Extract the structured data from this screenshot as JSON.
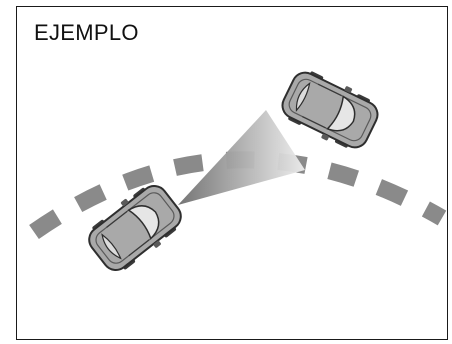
{
  "diagram": {
    "label": "EJEMPLO",
    "colors": {
      "frame": "#1a1a1a",
      "road_dash": "#8a8a8a",
      "car_body": "#a9a9a9",
      "car_outline": "#3a3a3a",
      "glass": "#e6e6e6",
      "sensor_beam_start": "#6e6e6e",
      "sensor_beam_end": "#e8e8e8"
    },
    "elements": [
      "road-lane-dashes",
      "following-car",
      "leading-car",
      "radar-beam"
    ]
  }
}
